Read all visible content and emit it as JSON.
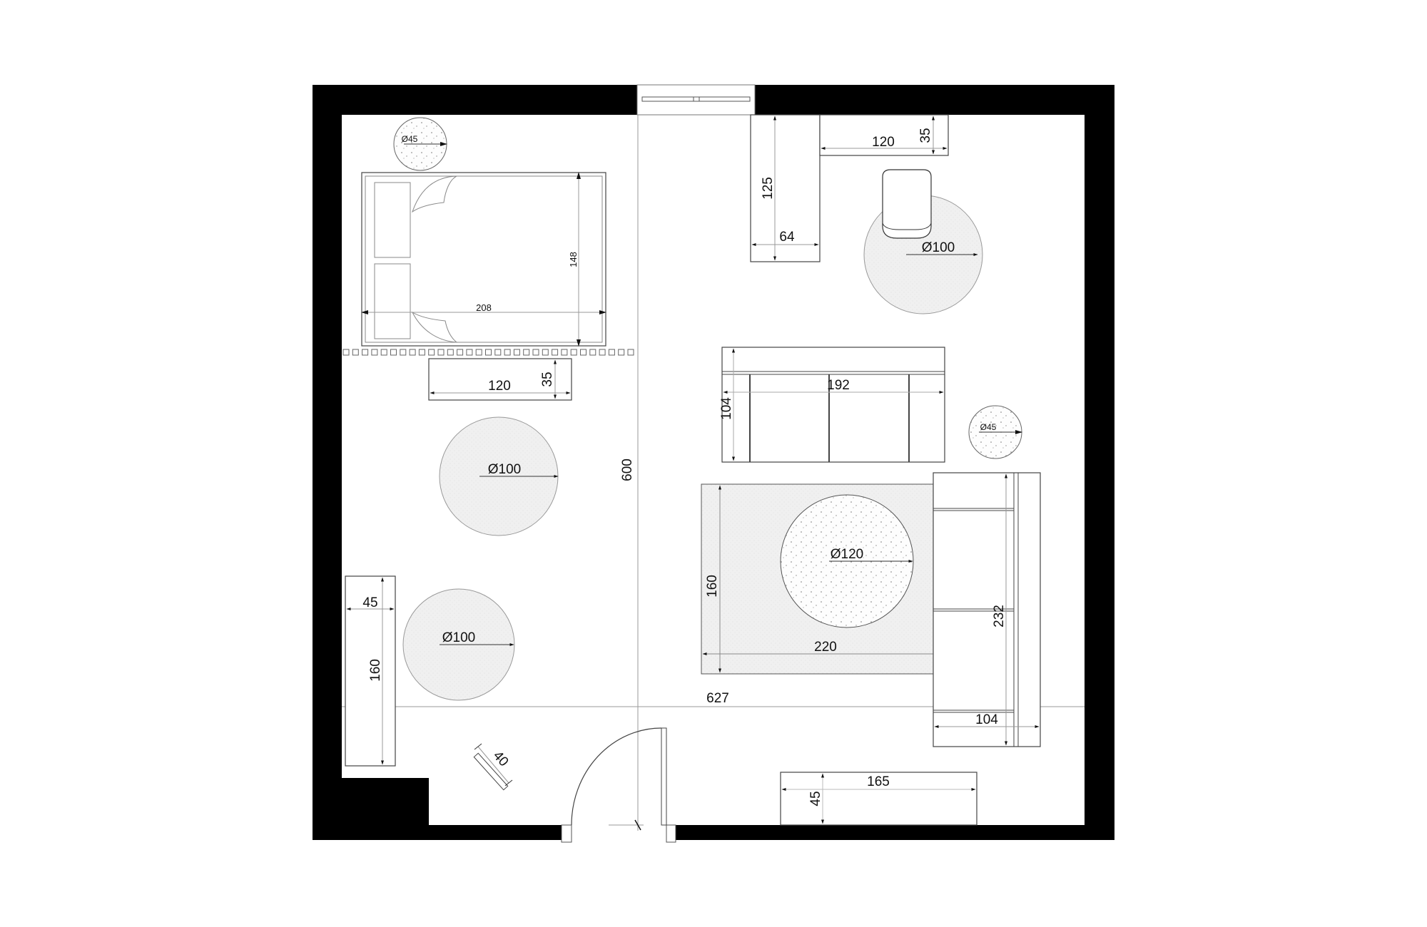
{
  "drawing": {
    "type": "floor_plan",
    "units": "cm",
    "room": {
      "width_label": "627",
      "height_label": "600"
    },
    "colors": {
      "wall": "#000000",
      "line": "#444444",
      "dimension": "#9a9a9a",
      "rug_fill": "#f1f1f1"
    },
    "elements": {
      "bed": {
        "length_label": "208",
        "width_label": "148"
      },
      "nightstand_left_top_stool": {
        "label": "Ø45"
      },
      "bed_foot_cabinet": {
        "length_label": "120",
        "depth_label": "35"
      },
      "round_rug_left_upper": {
        "label": "Ø100"
      },
      "round_rug_left_lower": {
        "label": "Ø100"
      },
      "bench_left": {
        "width_label": "45",
        "length_label": "160"
      },
      "radiator": {
        "label": "40"
      },
      "desk_vertical": {
        "length_label": "125",
        "width_label": "64"
      },
      "desk_horizontal": {
        "length_label": "120",
        "depth_label": "35"
      },
      "chair_rug": {
        "label": "Ø100"
      },
      "sofa": {
        "length_label": "192",
        "depth_label": "104"
      },
      "side_stool_right": {
        "label": "Ø45"
      },
      "living_rug": {
        "length_label": "220",
        "width_label": "160"
      },
      "coffee_table": {
        "label": "Ø120"
      },
      "chaise_sofa": {
        "length_label": "232",
        "depth_label": "104"
      },
      "tv_console": {
        "length_label": "165",
        "depth_label": "45"
      }
    }
  }
}
